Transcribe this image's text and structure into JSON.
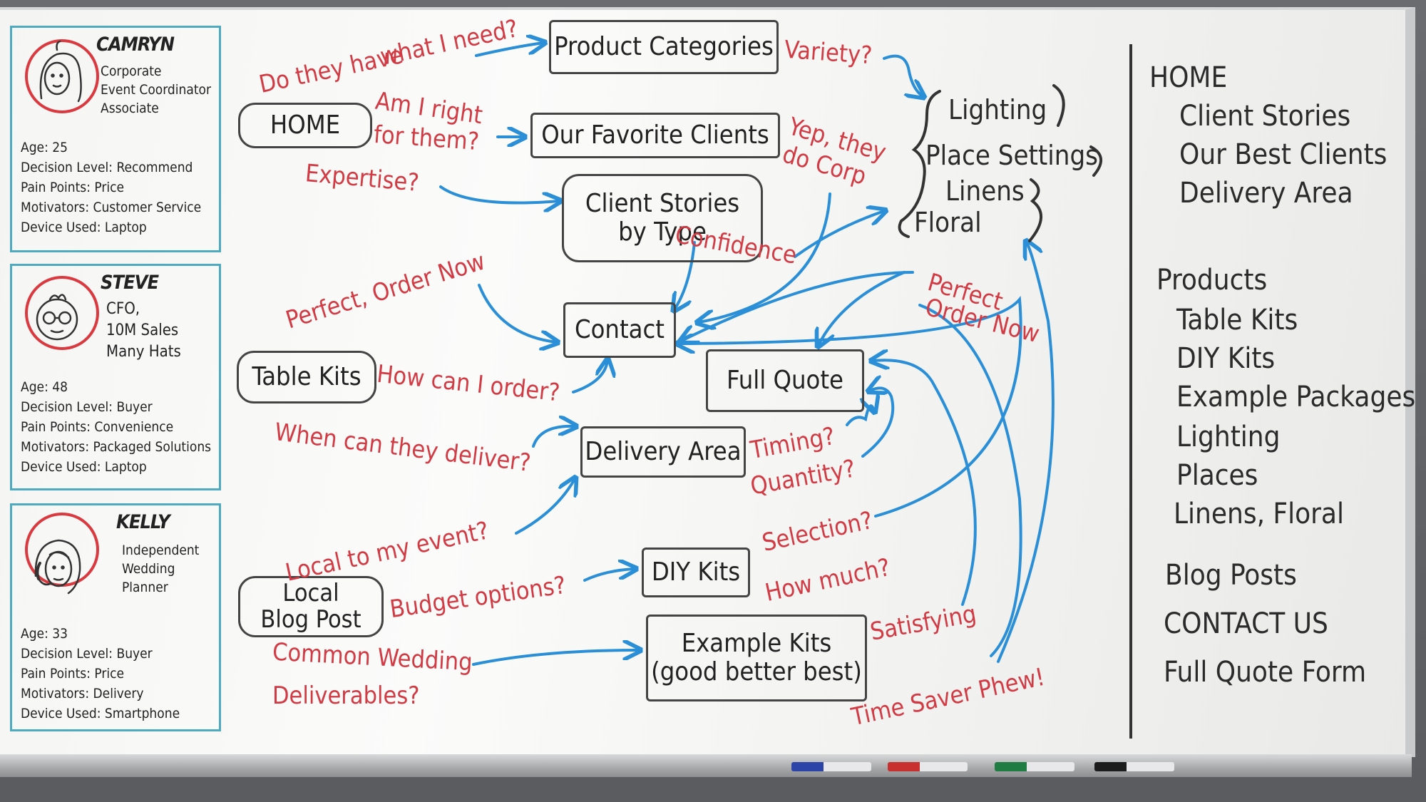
{
  "colors": {
    "red": "#d23a44",
    "blue": "#2a8fd6",
    "teal": "#4fa9bf",
    "ink": "#2b2b2b"
  },
  "personas": [
    {
      "name": "CAMRYN",
      "role": "Corporate\nEvent Coordinator\nAssociate",
      "details": [
        "Age: 25",
        "Decision Level: Recommend",
        "Pain Points: Price",
        "Motivators: Customer Service",
        "Device Used: Laptop"
      ]
    },
    {
      "name": "STEVE",
      "role": "CFO,\n10M Sales\nMany Hats",
      "details": [
        "Age: 48",
        "Decision Level: Buyer",
        "Pain Points: Convenience",
        "Motivators: Packaged Solutions",
        "Device Used: Laptop"
      ]
    },
    {
      "name": "KELLY",
      "role": "Independent\nWedding\nPlanner",
      "details": [
        "Age: 33",
        "Decision Level: Buyer",
        "Pain Points: Price",
        "Motivators: Delivery",
        "Device Used: Smartphone"
      ]
    }
  ],
  "nodes": {
    "home": "HOME",
    "product_categories": "Product Categories",
    "favorite_clients": "Our Favorite Clients",
    "client_stories_1": "Client Stories",
    "client_stories_2": "by Type",
    "contact": "Contact",
    "table_kits": "Table Kits",
    "full_quote": "Full Quote",
    "delivery_area": "Delivery Area",
    "diy_kits": "DIY Kits",
    "local_blog_1": "Local",
    "local_blog_2": "Blog Post",
    "example_kits_1": "Example Kits",
    "example_kits_2": "(good better best)"
  },
  "categories": {
    "item1": "Lighting",
    "item2": "Place Settings",
    "item3": "Linens",
    "item4": "Floral"
  },
  "questions": {
    "q1a": "Do they have",
    "q1b": "what I need?",
    "q2": "Variety?",
    "q3a": "Am I right",
    "q3b": "for them?",
    "q4a": "Yep, they",
    "q4b": "do Corp",
    "q5": "Expertise?",
    "q6": "Confidence",
    "q7": "Perfect, Order Now",
    "q8a": "Perfect",
    "q8b": "Order Now",
    "q9": "How can I order?",
    "q10": "When can they deliver?",
    "q11": "Timing?",
    "q12": "Quantity?",
    "q13": "Local to my event?",
    "q14": "Selection?",
    "q15": "How much?",
    "q16": "Budget options?",
    "q17": "Satisfying",
    "q18a": "Common Wedding",
    "q18b": "Deliverables?",
    "q19": "Time Saver Phew!"
  },
  "sitemap": {
    "home": "HOME",
    "client_stories": "Client Stories",
    "best_clients": "Our Best Clients",
    "delivery_area": "Delivery Area",
    "products": "Products",
    "table_kits": "Table Kits",
    "diy_kits": "DIY Kits",
    "example_packages": "Example Packages",
    "lighting": "Lighting",
    "places": "Places",
    "linens_floral": "Linens, Floral",
    "blog_posts": "Blog Posts",
    "contact_us": "CONTACT US",
    "full_quote_form": "Full Quote Form"
  }
}
